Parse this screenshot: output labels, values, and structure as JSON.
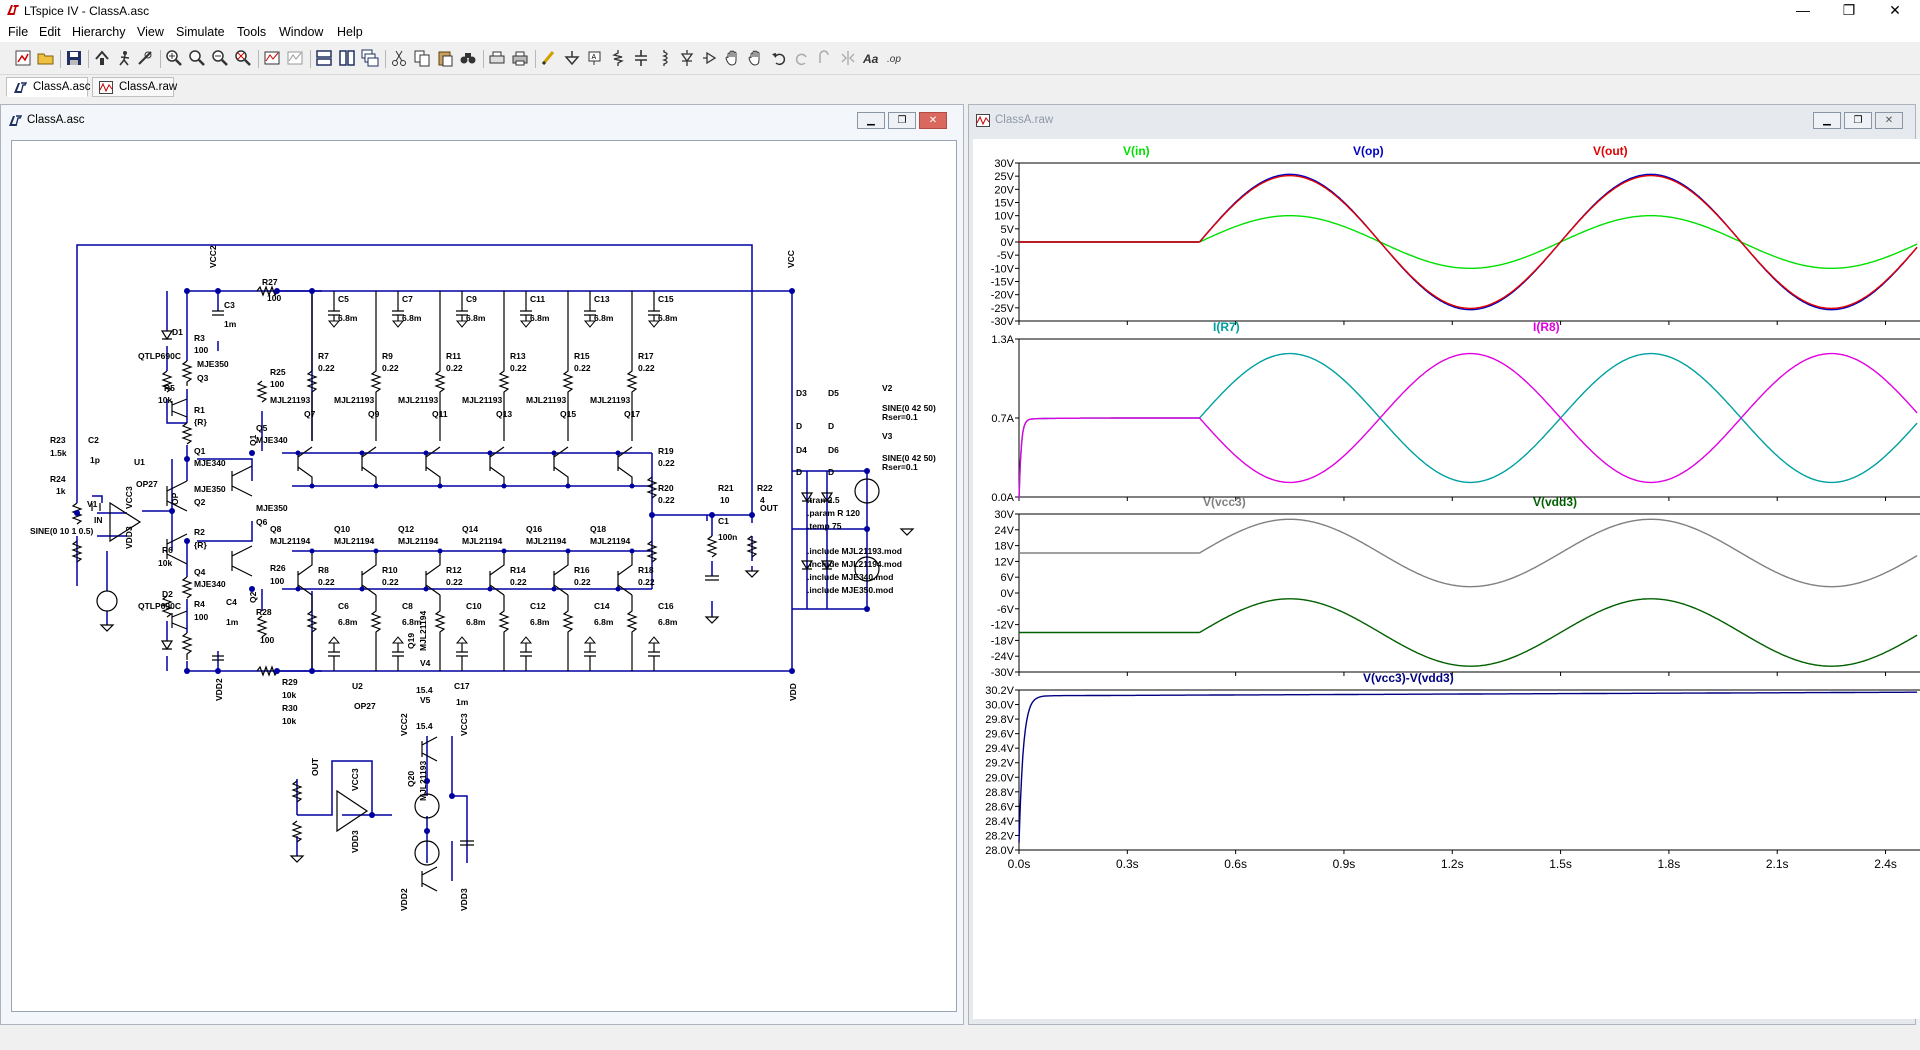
{
  "app": {
    "window_title": "LTspice IV - ClassA.asc",
    "minimize": "—",
    "maximize": "❐",
    "close": "✕"
  },
  "menu": [
    "File",
    "Edit",
    "Hierarchy",
    "View",
    "Simulate",
    "Tools",
    "Window",
    "Help"
  ],
  "tabs": [
    {
      "label": "ClassA.asc",
      "icon": "schematic-icon",
      "active": true
    },
    {
      "label": "ClassA.raw",
      "icon": "waveform-icon",
      "active": false
    }
  ],
  "schematic_window": {
    "title": "ClassA.asc",
    "nets": {
      "vcc": "VCC",
      "vdd": "VDD",
      "vcc2": "VCC2",
      "vdd2": "VDD2",
      "vcc3": "VCC3",
      "vdd3": "VDD3",
      "out": "OUT",
      "op": "OP",
      "in": "IN",
      "q1": "Q1",
      "q2": "Q2"
    },
    "upper_devices": [
      {
        "q": "Q7",
        "part": "MJL21193",
        "r": "R7",
        "rv": "0.22",
        "c": "C5",
        "cv": "6.8m"
      },
      {
        "q": "Q9",
        "part": "MJL21193",
        "r": "R9",
        "rv": "0.22",
        "c": "C7",
        "cv": "6.8m"
      },
      {
        "q": "Q11",
        "part": "MJL21193",
        "r": "R11",
        "rv": "0.22",
        "c": "C9",
        "cv": "6.8m"
      },
      {
        "q": "Q13",
        "part": "MJL21193",
        "r": "R13",
        "rv": "0.22",
        "c": "C11",
        "cv": "6.8m"
      },
      {
        "q": "Q15",
        "part": "MJL21193",
        "r": "R15",
        "rv": "0.22",
        "c": "C13",
        "cv": "6.8m"
      },
      {
        "q": "Q17",
        "part": "MJL21193",
        "r": "R17",
        "rv": "0.22",
        "c": "C15",
        "cv": "6.8m"
      }
    ],
    "lower_devices": [
      {
        "q": "Q8",
        "part": "MJL21194",
        "r": "R8",
        "rv": "0.22",
        "c": "C6",
        "cv": "6.8m"
      },
      {
        "q": "Q10",
        "part": "MJL21194",
        "r": "R10",
        "rv": "0.22",
        "c": "C8",
        "cv": "6.8m"
      },
      {
        "q": "Q12",
        "part": "MJL21194",
        "r": "R12",
        "rv": "0.22",
        "c": "C10",
        "cv": "6.8m"
      },
      {
        "q": "Q14",
        "part": "MJL21194",
        "r": "R14",
        "rv": "0.22",
        "c": "C12",
        "cv": "6.8m"
      },
      {
        "q": "Q16",
        "part": "MJL21194",
        "r": "R16",
        "rv": "0.22",
        "c": "C14",
        "cv": "6.8m"
      },
      {
        "q": "Q18",
        "part": "MJL21194",
        "r": "R18",
        "rv": "0.22",
        "c": "C16",
        "cv": "6.8m"
      }
    ],
    "labels": {
      "d1": "D1",
      "d2": "D2",
      "qtlp": "QTLP690C",
      "r3": "R3",
      "r3v": "100",
      "r4": "R4",
      "r4v": "100",
      "r5": "R5",
      "r5v": "10k",
      "r6": "R6",
      "r6v": "10k",
      "r1": "R1",
      "r1v": "{R}",
      "r2": "R2",
      "r2v": "{R}",
      "q3": "Q3",
      "q3p": "MJE350",
      "q4": "Q4",
      "q4p": "MJE340",
      "q1l": "Q1",
      "q1p": "MJE340",
      "q2l": "Q2",
      "q2p": "MJE350",
      "q5": "Q5",
      "q5p": "MJE340",
      "q6": "Q6",
      "q6p": "MJE350",
      "r25": "R25",
      "r25v": "100",
      "r26": "R26",
      "r26v": "100",
      "r27": "R27",
      "r27v": "100",
      "r28": "R28",
      "r28v": "100",
      "c3": "C3",
      "c3v": "1m",
      "c4": "C4",
      "c4v": "1m",
      "r19": "R19",
      "r19v": "0.22",
      "r20": "R20",
      "r20v": "0.22",
      "r21": "R21",
      "r21v": "10",
      "r22": "R22",
      "r22v": "4",
      "c1": "C1",
      "c1v": "100n",
      "r23": "R23",
      "r23v": "1.5k",
      "r24": "R24",
      "r24v": "1k",
      "c2": "C2",
      "c2v": "1p",
      "u1": "U1",
      "opamp": "OP27",
      "v1": "V1",
      "v1v": "SINE(0 10 1 0.5)",
      "d3": "D3",
      "d4": "D4",
      "d5": "D5",
      "d6": "D6",
      "dv": "D",
      "v2": "V2",
      "v3": "V3",
      "vsine": "SINE(0 42 50)",
      "rser": "Rser=0.1",
      "u2": "U2",
      "r29": "R29",
      "r29v": "10k",
      "r30": "R30",
      "r30v": "10k",
      "q19": "Q19",
      "q19p": "MJL21194",
      "q20": "Q20",
      "q20p": "MJL21193",
      "v4": "V4",
      "v5": "V5",
      "v45v": "15.4",
      "c17": "C17",
      "c17v": "1m"
    },
    "directives": [
      ".tran 2.5",
      ".param R 120",
      ".temp 75",
      "",
      ".include MJL21193.mod",
      ".include MJL21194.mod",
      ".include MJE340.mod",
      ".include MJE350.mod"
    ]
  },
  "waveform_window": {
    "title": "ClassA.raw",
    "x_ticks": [
      "0.0s",
      "0.3s",
      "0.6s",
      "0.9s",
      "1.2s",
      "1.5s",
      "1.8s",
      "2.1s",
      "2.4s"
    ]
  },
  "chart_data": [
    {
      "type": "line",
      "x_range": [
        0,
        2.5
      ],
      "ylim": [
        -30,
        30
      ],
      "y_ticks": [
        "30V",
        "25V",
        "20V",
        "15V",
        "10V",
        "5V",
        "0V",
        "-5V",
        "-10V",
        "-15V",
        "-20V",
        "-25V",
        "-30V"
      ],
      "series": [
        {
          "name": "V(in)",
          "color": "#00e000",
          "shape": "delayed-sine",
          "start": 0.5,
          "freq_hz": 1,
          "amplitude": 10,
          "offset": 0
        },
        {
          "name": "V(op)",
          "color": "#0000c0",
          "shape": "delayed-sine",
          "start": 0.5,
          "freq_hz": 1,
          "amplitude": 25.7,
          "offset": 0
        },
        {
          "name": "V(out)",
          "color": "#e00000",
          "shape": "delayed-sine",
          "start": 0.5,
          "freq_hz": 1,
          "amplitude": 25.2,
          "offset": 0
        }
      ]
    },
    {
      "type": "line",
      "x_range": [
        0,
        2.5
      ],
      "ylim": [
        0,
        1.3
      ],
      "y_ticks": [
        "1.3A",
        "0.7A",
        "0.0A"
      ],
      "series": [
        {
          "name": "I(R7)",
          "color": "#00a0a0",
          "shape": "delayed-sine",
          "start": 0.5,
          "freq_hz": 1,
          "amplitude": 0.53,
          "offset": 0.65
        },
        {
          "name": "I(R8)",
          "color": "#e000e0",
          "shape": "delayed-sine",
          "start": 0.5,
          "freq_hz": 1,
          "amplitude": -0.53,
          "offset": 0.65
        }
      ]
    },
    {
      "type": "line",
      "x_range": [
        0,
        2.5
      ],
      "ylim": [
        -30,
        30
      ],
      "y_ticks": [
        "30V",
        "24V",
        "18V",
        "12V",
        "6V",
        "0V",
        "-6V",
        "-12V",
        "-18V",
        "-24V",
        "-30V"
      ],
      "series": [
        {
          "name": "V(vcc3)",
          "color": "#808080",
          "shape": "delayed-sine",
          "start": 0.5,
          "freq_hz": 1,
          "amplitude": 12.8,
          "offset": 15.2
        },
        {
          "name": "V(vdd3)",
          "color": "#006000",
          "shape": "delayed-sine",
          "start": 0.5,
          "freq_hz": 1,
          "amplitude": 12.8,
          "offset": -15.0
        }
      ]
    },
    {
      "type": "line",
      "x_range": [
        0,
        2.5
      ],
      "ylim": [
        28.0,
        30.2
      ],
      "y_ticks": [
        "30.2V",
        "30.0V",
        "29.8V",
        "29.6V",
        "29.4V",
        "29.2V",
        "29.0V",
        "28.8V",
        "28.6V",
        "28.4V",
        "28.2V",
        "28.0V"
      ],
      "series": [
        {
          "name": "V(vcc3)-V(vdd3)",
          "color": "#000080",
          "shape": "step-rise",
          "from": 28.1,
          "to": 30.12,
          "final": 30.17
        }
      ]
    }
  ]
}
